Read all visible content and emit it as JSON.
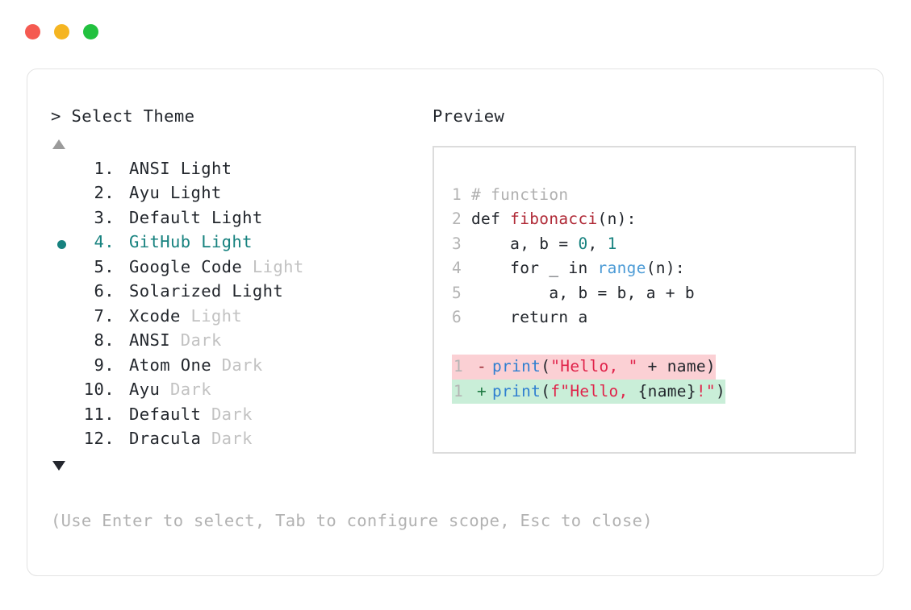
{
  "window": {
    "traffic_lights": [
      {
        "name": "close",
        "color": "#f55a51"
      },
      {
        "name": "minimize",
        "color": "#f5b521"
      },
      {
        "name": "maximize",
        "color": "#22c13f"
      }
    ]
  },
  "picker": {
    "prompt": "> Select Theme",
    "scroll_up_icon": "triangle-up",
    "scroll_down_icon": "triangle-down",
    "selected_index": 4,
    "selected_color": "#17827f",
    "muted_color": "#c2c2c2",
    "items": [
      {
        "index": "1.",
        "name": "ANSI",
        "variant": "Light",
        "variant_muted": false,
        "selected": false
      },
      {
        "index": "2.",
        "name": "Ayu",
        "variant": "Light",
        "variant_muted": false,
        "selected": false
      },
      {
        "index": "3.",
        "name": "Default",
        "variant": "Light",
        "variant_muted": false,
        "selected": false
      },
      {
        "index": "4.",
        "name": "GitHub",
        "variant": "Light",
        "variant_muted": false,
        "selected": true
      },
      {
        "index": "5.",
        "name": "Google Code",
        "variant": "Light",
        "variant_muted": true,
        "selected": false
      },
      {
        "index": "6.",
        "name": "Solarized",
        "variant": "Light",
        "variant_muted": false,
        "selected": false
      },
      {
        "index": "7.",
        "name": "Xcode",
        "variant": "Light",
        "variant_muted": true,
        "selected": false
      },
      {
        "index": "8.",
        "name": "ANSI",
        "variant": "Dark",
        "variant_muted": true,
        "selected": false
      },
      {
        "index": "9.",
        "name": "Atom One",
        "variant": "Dark",
        "variant_muted": true,
        "selected": false
      },
      {
        "index": "10.",
        "name": "Ayu",
        "variant": "Dark",
        "variant_muted": true,
        "selected": false
      },
      {
        "index": "11.",
        "name": "Default",
        "variant": "Dark",
        "variant_muted": true,
        "selected": false
      },
      {
        "index": "12.",
        "name": "Dracula",
        "variant": "Dark",
        "variant_muted": true,
        "selected": false
      }
    ]
  },
  "preview": {
    "title": "Preview",
    "code_lines": [
      {
        "num": "1",
        "tokens": [
          {
            "t": "# function",
            "c": "c-comment"
          }
        ]
      },
      {
        "num": "2",
        "tokens": [
          {
            "t": "def ",
            "c": "c-keyword"
          },
          {
            "t": "fibonacci",
            "c": "c-func"
          },
          {
            "t": "(n):",
            "c": "c-plain"
          }
        ]
      },
      {
        "num": "3",
        "tokens": [
          {
            "t": "    a, b = ",
            "c": "c-plain"
          },
          {
            "t": "0",
            "c": "c-num"
          },
          {
            "t": ", ",
            "c": "c-plain"
          },
          {
            "t": "1",
            "c": "c-num"
          }
        ]
      },
      {
        "num": "4",
        "tokens": [
          {
            "t": "    for _ in ",
            "c": "c-plain"
          },
          {
            "t": "range",
            "c": "c-builtin"
          },
          {
            "t": "(n):",
            "c": "c-plain"
          }
        ]
      },
      {
        "num": "5",
        "tokens": [
          {
            "t": "        a, b = b, a + b",
            "c": "c-plain"
          }
        ]
      },
      {
        "num": "6",
        "tokens": [
          {
            "t": "    return a",
            "c": "c-plain"
          }
        ]
      }
    ],
    "diff_lines": [
      {
        "num": "1",
        "sign": "-",
        "kind": "del",
        "bg": "#fbd0d4",
        "tokens": [
          {
            "t": "print",
            "c": "c-print"
          },
          {
            "t": "(",
            "c": "c-plain"
          },
          {
            "t": "\"Hello, \"",
            "c": "c-string"
          },
          {
            "t": " + name)",
            "c": "c-plain"
          }
        ]
      },
      {
        "num": "1",
        "sign": "+",
        "kind": "add",
        "bg": "#c9eed8",
        "tokens": [
          {
            "t": "print",
            "c": "c-print"
          },
          {
            "t": "(",
            "c": "c-plain"
          },
          {
            "t": "f\"Hello, ",
            "c": "c-string"
          },
          {
            "t": "{name}",
            "c": "c-plain"
          },
          {
            "t": "!\"",
            "c": "c-string"
          },
          {
            "t": ")",
            "c": "c-plain"
          }
        ]
      }
    ]
  },
  "footer": {
    "hint": "(Use Enter to select, Tab to configure scope, Esc to close)"
  }
}
